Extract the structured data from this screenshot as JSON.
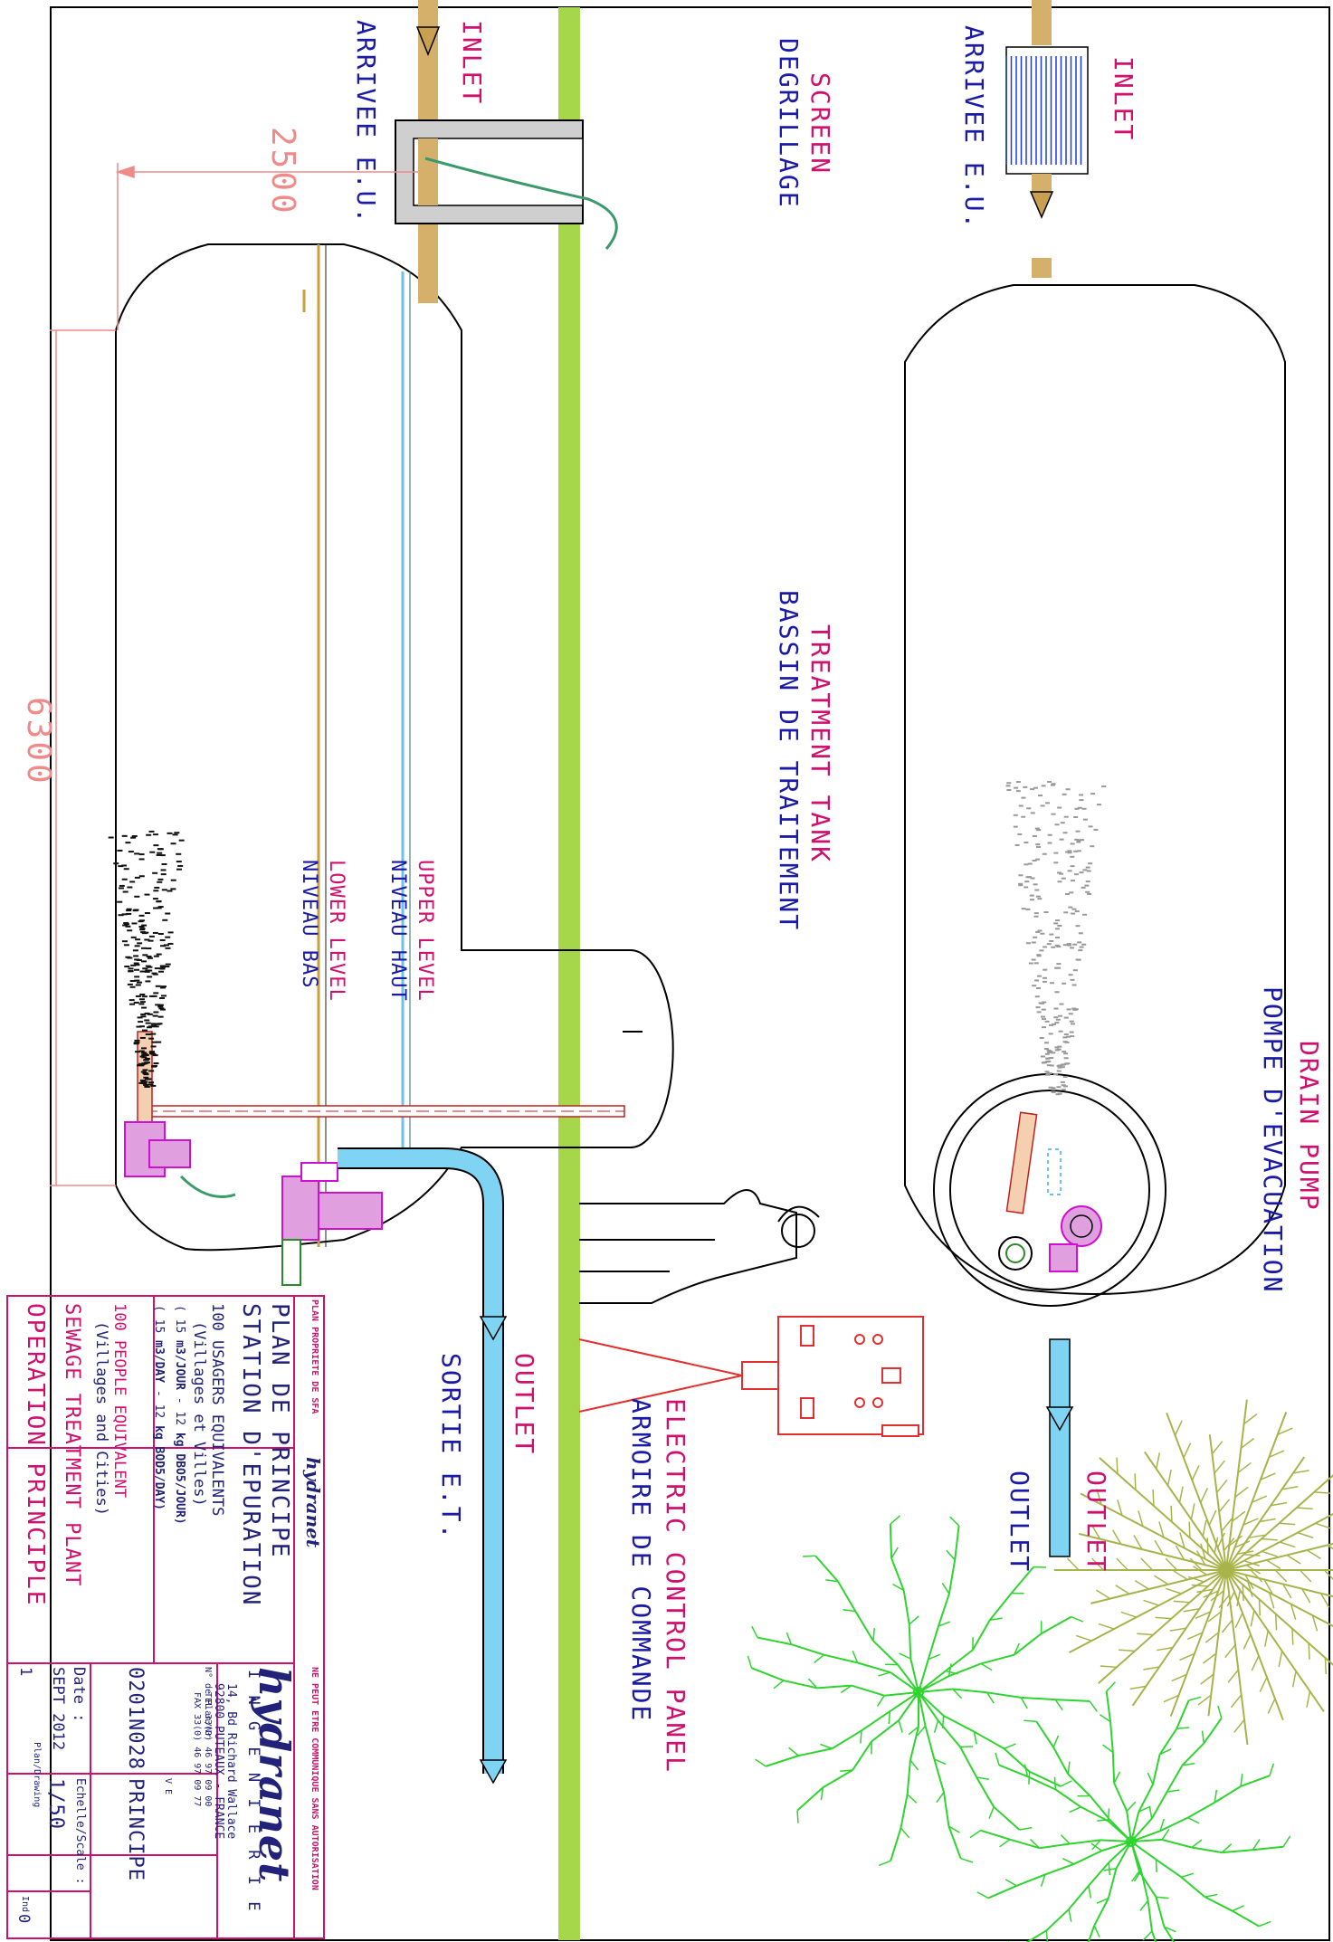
{
  "labels": {
    "inlet_left_en": "INLET",
    "inlet_left_fr": "ARRIVEE E.U.",
    "dimension_width": "2500",
    "dimension_length": "6300",
    "screen_en": "SCREEN",
    "screen_fr": "DEGRILLAGE",
    "inlet_right_en": "INLET",
    "inlet_right_fr": "ARRIVEE E.U.",
    "treatment_en": "TREATMENT TANK",
    "treatment_fr": "BASSIN DE TRAITEMENT",
    "upper_level_en": "UPPER LEVEL",
    "upper_level_fr": "NIVEAU HAUT",
    "lower_level_en": "LOWER LEVEL",
    "lower_level_fr": "NIVEAU BAS",
    "drain_pump_en": "DRAIN PUMP",
    "drain_pump_fr": "POMPE D'EVACUATION",
    "outlet_top_en": "OUTLET",
    "outlet_top_fr": "OUTLET",
    "electric_en": "ELECTRIC CONTROL PANEL",
    "electric_fr": "ARMOIRE DE COMMANDE",
    "outlet_mid_en": "OUTLET",
    "outlet_mid_fr": "SORTIE E.T."
  },
  "title_block": {
    "property_note": "PLAN PROPRIETE DE SFA",
    "logo_small": "hydranet",
    "disclaimer": "NE PEUT ETRE COMMUNIQUE SANS AUTORISATION",
    "plan_title_1": "PLAN DE PRINCIPE",
    "plan_title_2": "STATION D'EPURATION",
    "users_fr": "100 USAGERS EQUIVALENTS",
    "users_fr_sub": "(Villages et Villes)",
    "flow_line_1": "( 15",
    "flow_unit_1": "m3/JOUR",
    "flow_line_2": "- 12",
    "flow_unit_2": "kg DBO5/JOUR)",
    "flow_line_3": "( 15",
    "flow_unit_3": "m3/DAY",
    "flow_line_4": "- 12",
    "flow_unit_4": "kg BOD5/DAY)",
    "people_en": "100 PEOPLE EQUIVALENT",
    "people_en_sub": "(Villages and Cities)",
    "plant_en": "SEWAGE TREATMENT PLANT",
    "principle_en": "OPERATION PRINCIPLE",
    "company_logo": "hydranet",
    "company_sub": "I N G E N I E R I E",
    "address_1": "14, Bd Richard Wallace",
    "address_2": "92800 PUTEAUX - FRANCE",
    "phone": "TEL 33(0) 46 97 09 00",
    "fax": "FAX 33(0) 46 97 09 77",
    "drawing_no_label": "N° de Plan/Nr",
    "drawing_no": "0201N028",
    "type_label": "V E",
    "type_value": "PRINCIPE",
    "date_label": "Date :",
    "date_value": "SEPT 2012",
    "scale_label": "Echelle/Scale :",
    "scale_value": "1/50",
    "sheet_value": "1",
    "plan_label": "Plan/Drawing",
    "index_label": "Ind",
    "index_value": "0"
  },
  "colors": {
    "magenta": "#d0106e",
    "blue_text": "#1a1aa6",
    "dimension": "#f08a8a",
    "ground": "#a6d64a",
    "water": "#7fd4f4",
    "pipe": "#d4b06a",
    "tree_green": "#2fd42f",
    "palm": "#a8b44a",
    "panel_red": "#e23030"
  }
}
